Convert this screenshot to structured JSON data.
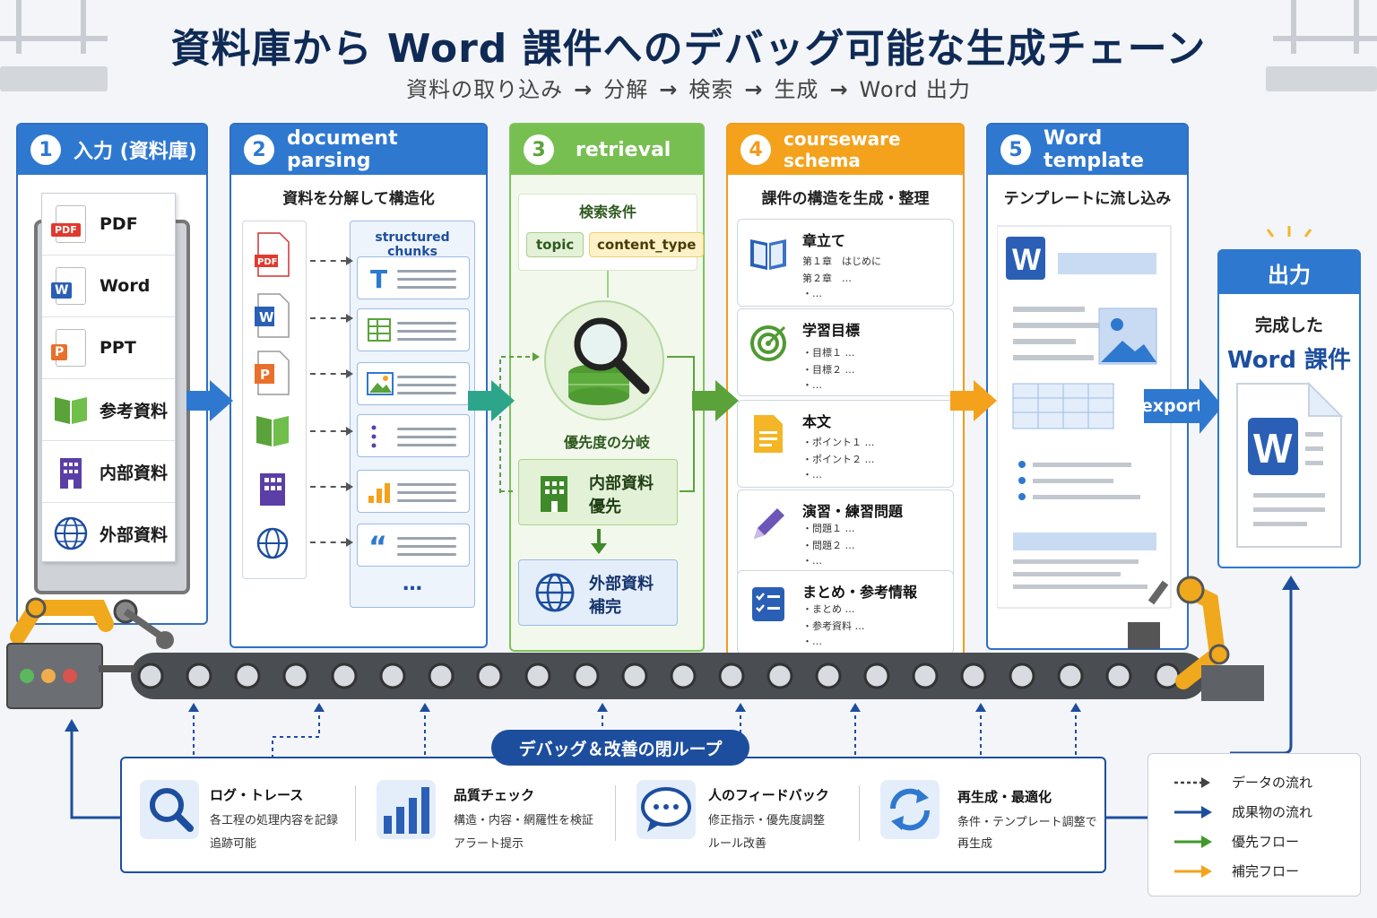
{
  "header": {
    "title": "資料庫から Word 課件へのデバッグ可能な生成チェーン",
    "steps": [
      "資料の取り込み",
      "分解",
      "検索",
      "生成",
      "Word 出力"
    ],
    "arrow": "→"
  },
  "stages": [
    {
      "num": "1",
      "title": "入力 (資料庫)",
      "items": [
        "PDF",
        "Word",
        "PPT",
        "参考資料",
        "内部資料",
        "外部資料"
      ]
    },
    {
      "num": "2",
      "title": "document parsing",
      "subtitle": "資料を分解して構造化",
      "chunks_label": "structured chunks",
      "ellipsis": "…"
    },
    {
      "num": "3",
      "title": "retrieval",
      "conditions_label": "検索条件",
      "tags": [
        "topic",
        "content_type"
      ],
      "branch_label": "優先度の分岐",
      "internal": "内部資料\n優先",
      "internal_l1": "内部資料",
      "internal_l2": "優先",
      "external_l1": "外部資料",
      "external_l2": "補完"
    },
    {
      "num": "4",
      "title": "courseware schema",
      "subtitle": "課件の構造を生成・整理",
      "cards": [
        {
          "title": "章立て",
          "lines": [
            "第１章　はじめに",
            "第２章　…",
            "・…"
          ]
        },
        {
          "title": "学習目標",
          "lines": [
            "・目標１ …",
            "・目標２ …",
            "・…"
          ]
        },
        {
          "title": "本文",
          "lines": [
            "・ポイント１ …",
            "・ポイント２ …",
            "・…"
          ]
        },
        {
          "title": "演習・練習問題",
          "lines": [
            "・問題１ …",
            "・問題２ …",
            "・…"
          ]
        },
        {
          "title": "まとめ・参考情報",
          "lines": [
            "・まとめ …",
            "・参考資料 …",
            "・…"
          ]
        }
      ]
    },
    {
      "num": "5",
      "title": "Word template",
      "subtitle": "テンプレートに流し込み",
      "logo": "W"
    }
  ],
  "output": {
    "head": "出力",
    "line1": "完成した",
    "line2": "Word 課件",
    "export": "export",
    "logo": "W"
  },
  "loop": {
    "title": "デバッグ＆改善の閉ループ",
    "items": [
      {
        "title": "ログ・トレース",
        "lines": [
          "各工程の処理内容を記録",
          "追跡可能"
        ]
      },
      {
        "title": "品質チェック",
        "lines": [
          "構造・内容・網羅性を検証",
          "アラート提示"
        ]
      },
      {
        "title": "人のフィードバック",
        "lines": [
          "修正指示・優先度調整",
          "ルール改善"
        ]
      },
      {
        "title": "再生成・最適化",
        "lines": [
          "条件・テンプレート調整で",
          "再生成"
        ]
      }
    ]
  },
  "legend": [
    "データの流れ",
    "成果物の流れ",
    "優先フロー",
    "補完フロー"
  ],
  "icons": {
    "pdf_badge": "PDF",
    "word_badge": "W",
    "ppt_badge": "P"
  },
  "colors": {
    "blue": "#2f78d0",
    "green": "#78bf52",
    "orange": "#f4a21c",
    "navy": "#1d4e9e"
  }
}
